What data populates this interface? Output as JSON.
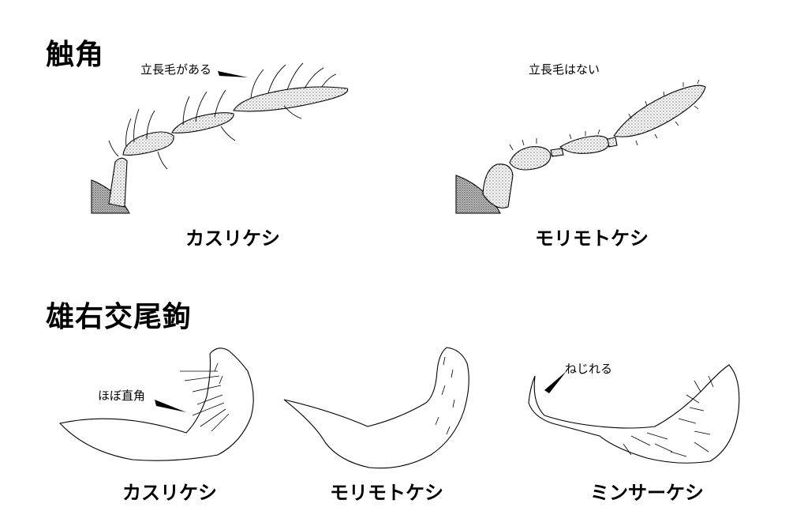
{
  "headings": {
    "antenna": "触角",
    "paramere": "雄右交尾鉤"
  },
  "antenna_panel": {
    "left": {
      "species": "カスリケシ",
      "annotation": "立長毛がある"
    },
    "right": {
      "species": "モリモトケシ",
      "annotation": "立長毛はない"
    }
  },
  "paramere_panel": {
    "left": {
      "species": "カスリケシ",
      "annotation": "ほぼ直角"
    },
    "middle": {
      "species": "モリモトケシ"
    },
    "right": {
      "species": "ミンサーケシ",
      "annotation": "ねじれる"
    }
  }
}
